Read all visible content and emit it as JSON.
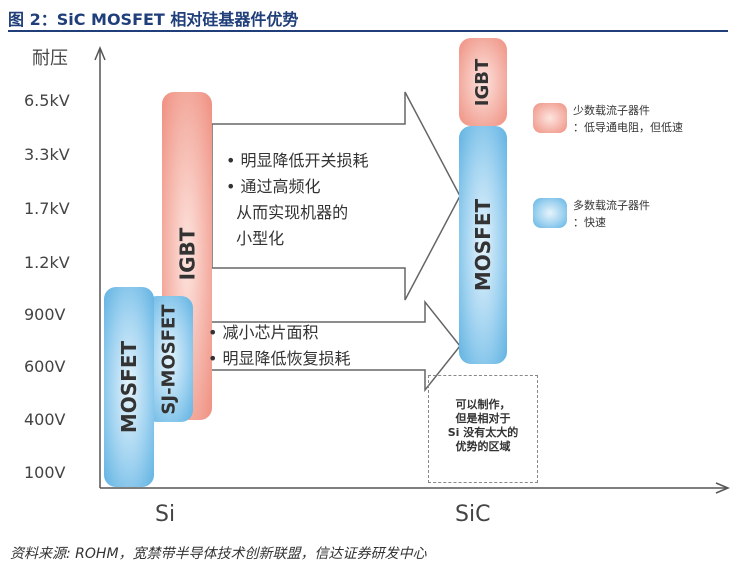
{
  "title": "图 2：SiC MOSFET 相对硅基器件优势",
  "source": "资料来源: ROHM，宽禁带半导体技术创新联盟，信达证券研发中心",
  "y_axis_label": "耐压",
  "y_ticks": [
    "6.5kV",
    "3.3kV",
    "1.7kV",
    "1.2kV",
    "900V",
    "600V",
    "400V",
    "100V"
  ],
  "x_categories": [
    "Si",
    "SiC"
  ],
  "bars": {
    "si_mosfet": "MOSFET",
    "si_sj_mosfet": "SJ-MOSFET",
    "si_igbt": "IGBT",
    "sic_igbt": "IGBT",
    "sic_mosfet": "MOSFET"
  },
  "arrow_upper": [
    "• 明显降低开关损耗",
    "• 通过高频化",
    "  从而实现机器的",
    "  小型化"
  ],
  "arrow_lower": [
    "• 减小芯片面积",
    "• 明显降低恢复损耗"
  ],
  "legend": {
    "minority_title": "少数载流子器件",
    "minority_desc": "：低导通电阻，但低速",
    "majority_title": "多数载流子器件",
    "majority_desc": "：快速"
  },
  "note": [
    "可以制作，",
    "但是相对于",
    "Si 没有太大的",
    "优势的区域"
  ],
  "colors": {
    "title": "#1f3e7a",
    "minority": "#f5b6ab",
    "majority": "#9fd2f0"
  }
}
